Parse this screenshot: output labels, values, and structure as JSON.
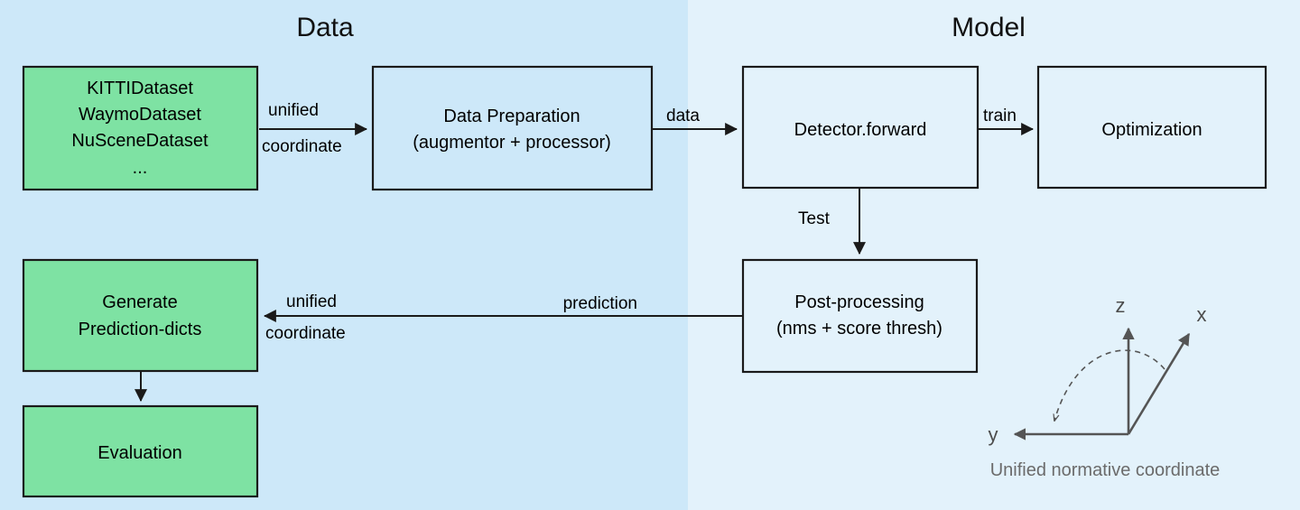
{
  "figure": {
    "background": "#ffffff",
    "panels": [
      {
        "id": "data",
        "title": "Data",
        "fill": "#cde8f9"
      },
      {
        "id": "model",
        "title": "Model",
        "fill": "#e3f2fb"
      }
    ]
  },
  "nodes": [
    {
      "id": "datasets",
      "lines": [
        "KITTIDataset",
        "WaymoDataset",
        "NuSceneDataset",
        "..."
      ],
      "fill": "#7ee2a3",
      "panel": "data"
    },
    {
      "id": "data-preparation",
      "lines": [
        "Data Preparation",
        "(augmentor + processor)"
      ],
      "fill": "#cde8f9",
      "panel": "data"
    },
    {
      "id": "detector-forward",
      "lines": [
        "Detector.forward"
      ],
      "fill": "#e3f2fb",
      "panel": "model"
    },
    {
      "id": "optimization",
      "lines": [
        "Optimization"
      ],
      "fill": "#e3f2fb",
      "panel": "model"
    },
    {
      "id": "post-processing",
      "lines": [
        "Post-processing",
        "(nms + score thresh)"
      ],
      "fill": "#e3f2fb",
      "panel": "model"
    },
    {
      "id": "generate-prediction-dicts",
      "lines": [
        "Generate",
        "Prediction-dicts"
      ],
      "fill": "#7ee2a3",
      "panel": "data"
    },
    {
      "id": "evaluation",
      "lines": [
        "Evaluation"
      ],
      "fill": "#7ee2a3",
      "panel": "data"
    }
  ],
  "edges": [
    {
      "id": "datasets-to-data-preparation",
      "label_lines": [
        "unified",
        "coordinate"
      ]
    },
    {
      "id": "data-preparation-to-detector",
      "label_lines": [
        "data"
      ]
    },
    {
      "id": "detector-to-optimization",
      "label_lines": [
        "train"
      ]
    },
    {
      "id": "detector-to-post-processing",
      "label_lines": [
        "Test"
      ]
    },
    {
      "id": "post-processing-to-generate",
      "label_lines": [
        "prediction",
        "unified",
        "coordinate"
      ]
    },
    {
      "id": "generate-to-evaluation",
      "label_lines": []
    }
  ],
  "coordinate_legend": {
    "caption": "Unified normative coordinate",
    "axes": [
      "z",
      "x",
      "y"
    ],
    "color": "#555555"
  }
}
